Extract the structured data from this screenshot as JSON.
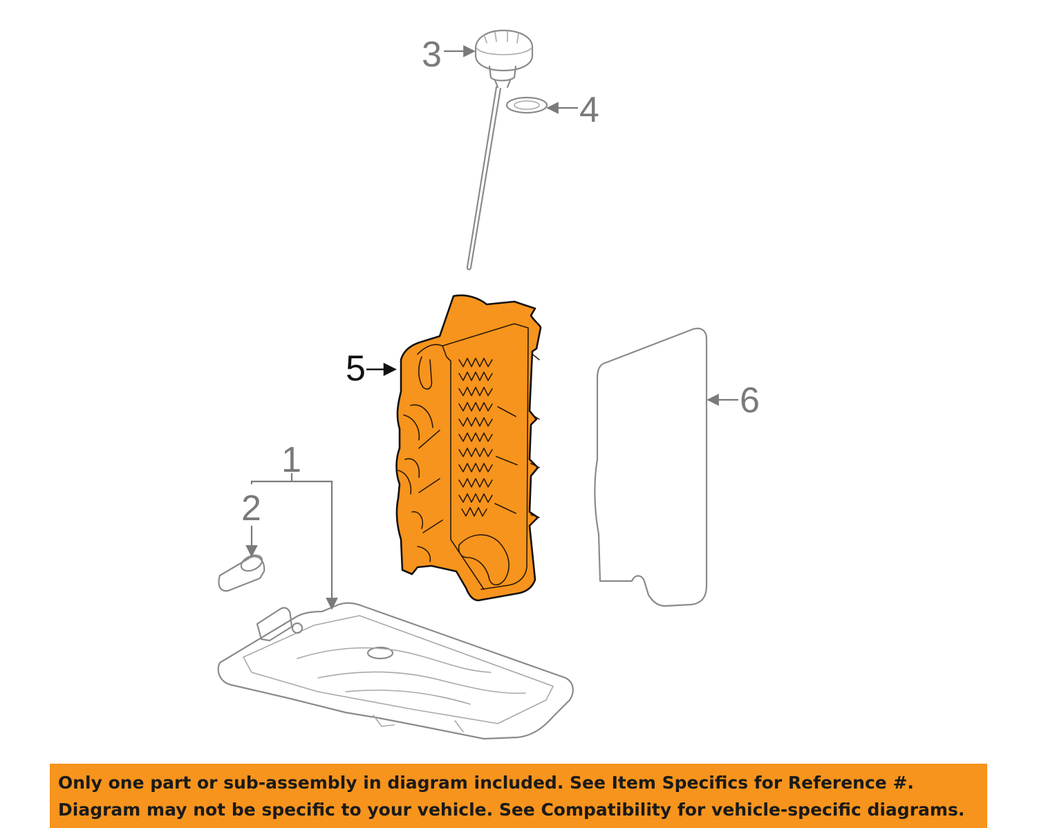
{
  "callouts": {
    "item_1": "1",
    "item_2": "2",
    "item_3": "3",
    "item_4": "4",
    "item_5": "5",
    "item_6": "6"
  },
  "disclaimer": {
    "line_1": "Only one part or sub-assembly in diagram included. See Item Specifics for Reference #.",
    "line_2": "Diagram may not be specific to your vehicle. See Compatibility for vehicle-specific diagrams."
  },
  "colors": {
    "highlight": "#f7941d",
    "banner": "#f7941d",
    "line_art": "#8a8a8a",
    "callout_text": "#7a7a7a",
    "highlight_callout_text": "#111111"
  },
  "icons": {
    "part_1": "transmission-oil-pan-icon",
    "part_2": "drain-plug-icon",
    "part_3": "dipstick-cap-icon",
    "part_4": "o-ring-seal-icon",
    "part_5": "transmission-filter-icon",
    "part_6": "pan-gasket-icon"
  }
}
